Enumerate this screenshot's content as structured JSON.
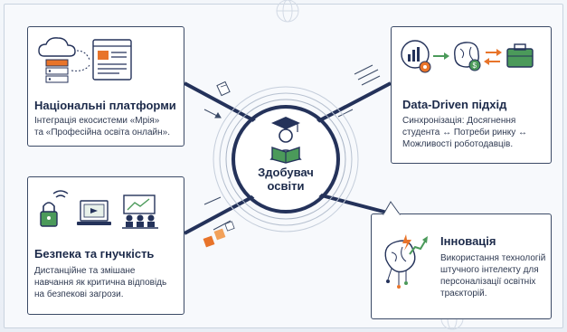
{
  "center": {
    "line1": "Здобувач",
    "line2": "освіти",
    "icon": "student-reading-icon"
  },
  "cards": {
    "national": {
      "title": "Національні платформи",
      "desc_line1": "Інтеграція екосистеми «Мрія»",
      "desc_line2": "та «Професійна освіта онлайн».",
      "icons": [
        "cloud-server-icon",
        "web-window-icon"
      ]
    },
    "data_driven": {
      "title": "Data-Driven підхід",
      "desc_line1": "Синхронізація: Досягнення",
      "desc_line2": "студента ↔ Потреби ринку ↔",
      "desc_line3": "Можливості роботодавців.",
      "icons": [
        "analytics-gear-icon",
        "brain-money-icon",
        "briefcase-icon"
      ]
    },
    "security": {
      "title": "Безпека та гнучкість",
      "desc_line1": "Дистанційне та змішане",
      "desc_line2": "навчання як критична відповідь",
      "desc_line3": "на безпекові загрози.",
      "icons": [
        "lock-wifi-icon",
        "laptop-icon",
        "classroom-icon"
      ]
    },
    "innovation": {
      "title": "Інновація",
      "desc_line1": "Використання технологій",
      "desc_line2": "штучного інтелекту для",
      "desc_line3": "персоналізації освітніх",
      "desc_line4": "траєкторій.",
      "icons": [
        "ai-brain-circuit-icon"
      ]
    }
  },
  "colors": {
    "navy": "#1c2a4a",
    "ring": "#2b3a5c",
    "accent_orange": "#e8742a",
    "accent_green": "#4b9a5a"
  }
}
